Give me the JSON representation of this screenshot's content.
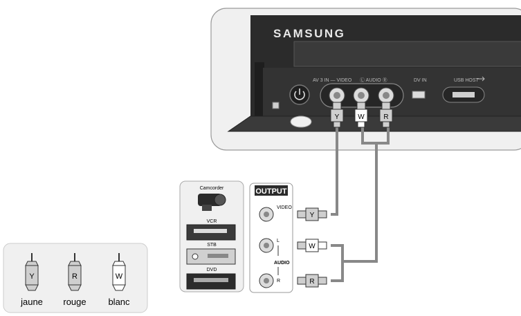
{
  "device": {
    "brand": "SAMSUNG",
    "front_panel_labels": {
      "av_in_video": "AV 3 IN — VIDEO",
      "audio": "Ⓛ AUDIO Ⓡ",
      "dv_in": "DV IN",
      "usb_host": "USB HOST"
    }
  },
  "plug_letters": {
    "yellow": "Y",
    "white": "W",
    "red": "R"
  },
  "source_devices": {
    "camcorder": "Camcorder",
    "vcr": "VCR",
    "stb": "STB",
    "dvd": "DVD"
  },
  "output_panel": {
    "title": "OUTPUT",
    "video": "VIDEO",
    "l": "L",
    "audio": "AUDIO",
    "r": "R"
  },
  "legend": {
    "items": [
      {
        "letter": "Y",
        "label": "jaune"
      },
      {
        "letter": "R",
        "label": "rouge"
      },
      {
        "letter": "W",
        "label": "blanc"
      }
    ]
  },
  "colors": {
    "cable": "#888888",
    "panel_bg": "#f0f0f0",
    "device_dark": "#2b2b2b",
    "plug_fill": "#cfcfcf"
  }
}
